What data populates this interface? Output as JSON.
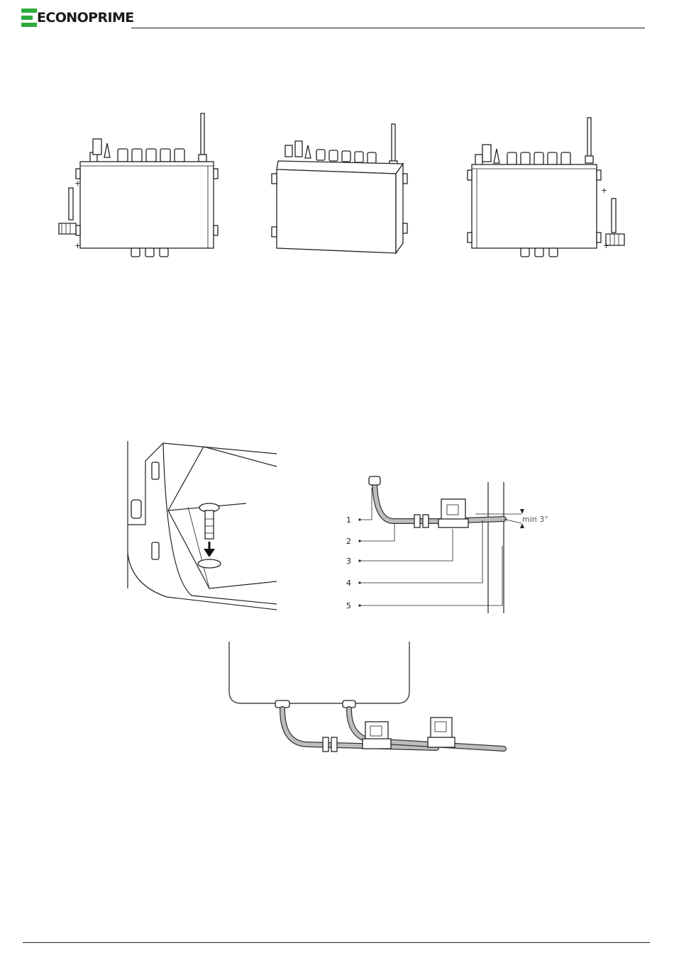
{
  "header": {
    "brand_name": "ECONOPRIME",
    "brand_color": "#2eaa3c"
  },
  "figures": {
    "mounting_views": {
      "icons": [
        "enclosure-front-drain-left",
        "enclosure-perspective",
        "enclosure-front-drain-right"
      ]
    },
    "drain_detail": {
      "callouts": [
        "1",
        "2",
        "3",
        "4",
        "5"
      ],
      "slope_label": "min 3°"
    }
  }
}
